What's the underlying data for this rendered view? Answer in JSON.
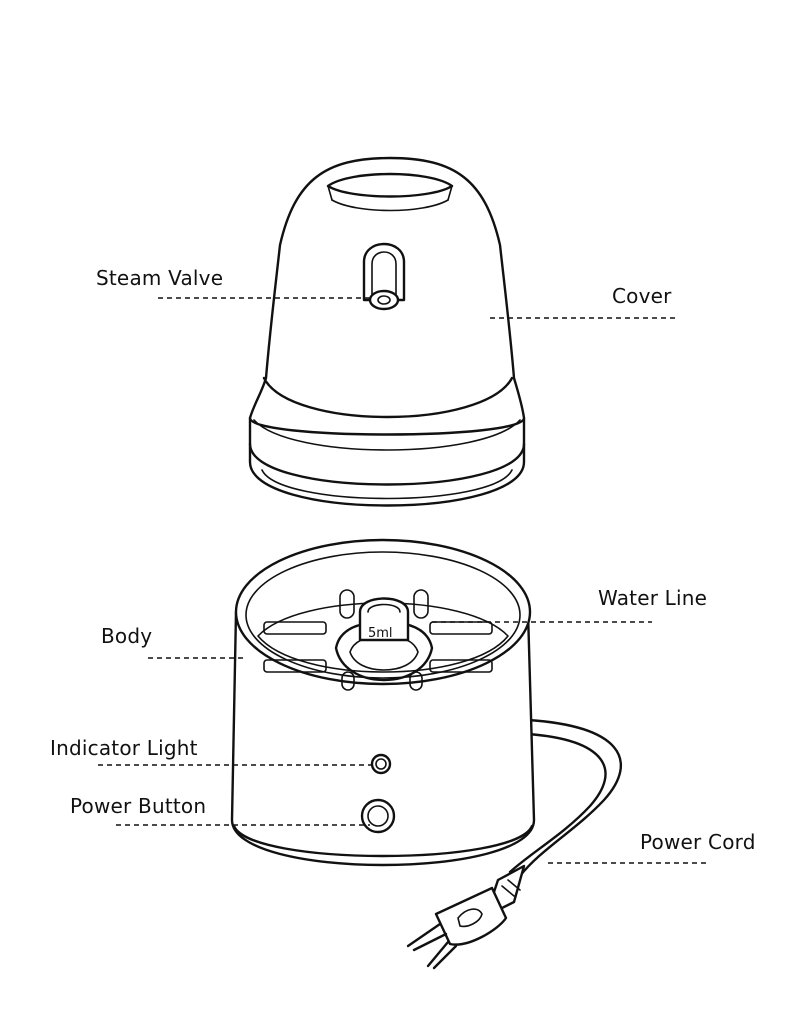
{
  "diagram": {
    "labels": {
      "steam_valve": "Steam Valve",
      "cover": "Cover",
      "water_line": "Water Line",
      "body": "Body",
      "indicator_light": "Indicator Light",
      "power_button": "Power Button",
      "power_cord": "Power Cord"
    },
    "water_mark": "5ml"
  }
}
